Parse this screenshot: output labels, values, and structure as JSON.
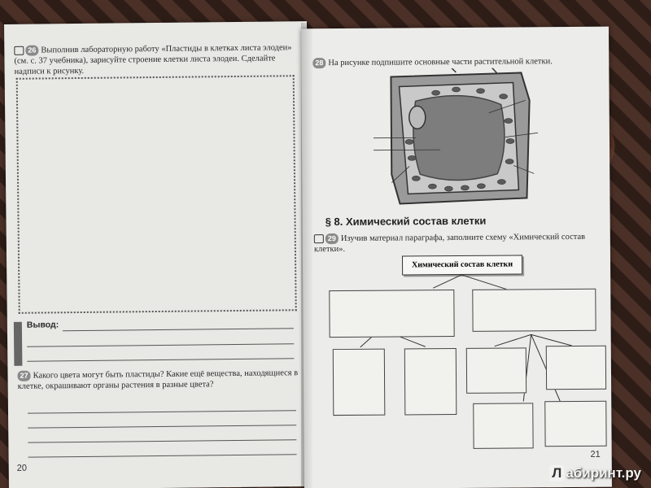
{
  "left_page": {
    "q26": {
      "number": "26",
      "text": "Выполнив лабораторную работу «Пластиды в клетках листа элодеи» (см. с. 37 учебника), зарисуйте строение клетки листа элодеи. Сделайте надписи к рисунку."
    },
    "conclusion_label": "Вывод:",
    "q27": {
      "number": "27",
      "text": "Какого цвета могут быть пластиды? Какие ещё вещества, находящиеся в клетке, окрашивают органы растения в разные цвета?"
    },
    "page_number": "20"
  },
  "right_page": {
    "q28": {
      "number": "28",
      "text": "На рисунке подпишите основные части растительной клетки."
    },
    "section_title": "§ 8. Химический состав клетки",
    "q29": {
      "number": "29",
      "text": "Изучив материал параграфа, заполните схему «Химический состав клетки»."
    },
    "scheme_title": "Химический состав клетки",
    "page_number": "21"
  },
  "watermark": {
    "logo": "Л",
    "text": "абиринт.ру"
  }
}
